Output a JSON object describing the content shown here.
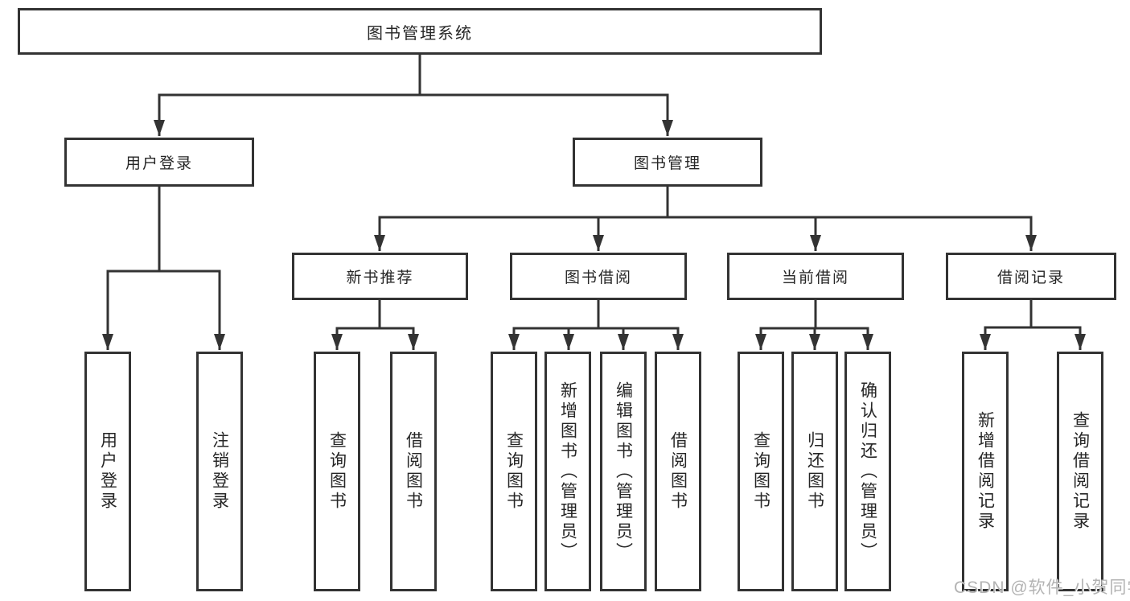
{
  "diagram": {
    "root": {
      "label": "图书管理系统"
    },
    "branches": [
      {
        "label": "用户登录",
        "children": [
          "用户登录",
          "注销登录"
        ]
      },
      {
        "label": "图书管理",
        "children": [
          {
            "label": "新书推荐",
            "children": [
              "查询图书",
              "借阅图书"
            ]
          },
          {
            "label": "图书借阅",
            "children": [
              "查询图书",
              "新增图书（管理员）",
              "编辑图书（管理员）",
              "借阅图书"
            ]
          },
          {
            "label": "当前借阅",
            "children": [
              "查询图书",
              "归还图书",
              "确认归还（管理员）"
            ]
          },
          {
            "label": "借阅记录",
            "children": [
              "新增借阅记录",
              "查询借阅记录"
            ]
          }
        ]
      }
    ]
  },
  "style": {
    "line_color": "#333333",
    "box_border_color": "#333333",
    "box_fill": "#ffffff",
    "text_color": "#262626",
    "watermark_color": "#b3b3b3"
  },
  "watermark": {
    "text": "CSDN @软件_小贺同学"
  }
}
